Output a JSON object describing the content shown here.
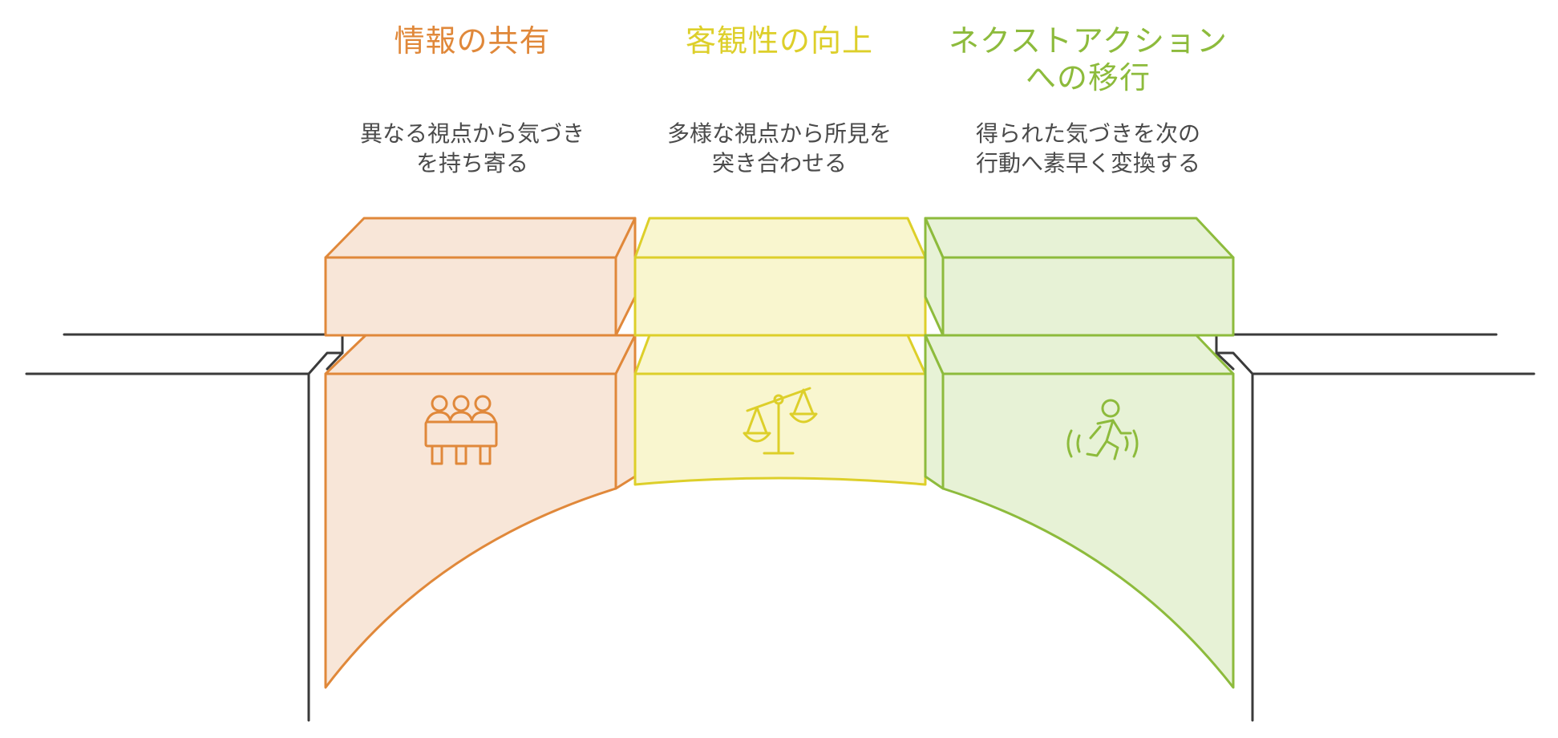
{
  "colors": {
    "ground": "#3a3a3a",
    "orange_stroke": "#e0883a",
    "orange_fill": "#f8e6d8",
    "yellow_stroke": "#ddcf2a",
    "yellow_fill": "#f9f6cf",
    "green_stroke": "#8dbb3c",
    "green_fill": "#e7f2d6",
    "description_text": "#4a4a4a"
  },
  "pillars": [
    {
      "title": "情報の共有",
      "description": "異なる視点から気づき\nを持ち寄る",
      "icon": "people-meeting-icon"
    },
    {
      "title": "客観性の向上",
      "description": "多様な視点から所見を\n突き合わせる",
      "icon": "balance-scale-icon"
    },
    {
      "title": "ネクストアクション\nへの移行",
      "description": "得られた気づきを次の\n行動へ素早く変換する",
      "icon": "running-person-icon"
    }
  ]
}
